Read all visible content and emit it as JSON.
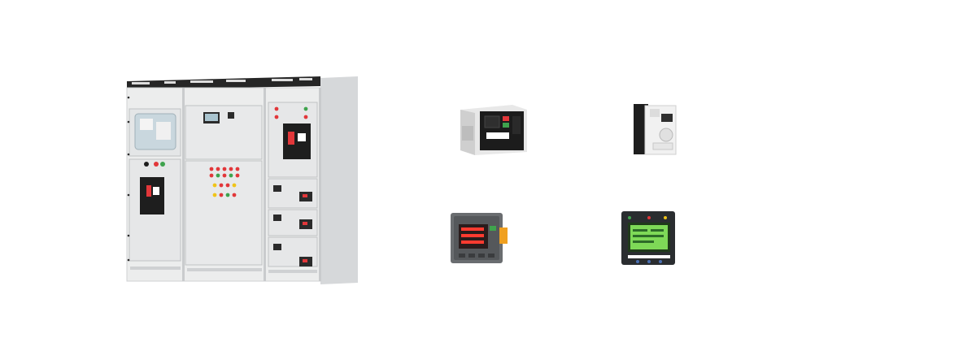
{
  "scene": {
    "background": "#ffffff",
    "products": [
      {
        "id": "switchgear-cabinet",
        "icon": "switchgear-cabinet-icon"
      },
      {
        "id": "air-circuit-breaker",
        "icon": "air-circuit-breaker-icon"
      },
      {
        "id": "molded-case-breaker",
        "icon": "molded-case-breaker-icon"
      },
      {
        "id": "digital-power-meter",
        "icon": "digital-power-meter-icon"
      },
      {
        "id": "motor-protection-relay",
        "icon": "protection-relay-icon"
      }
    ]
  },
  "colors": {
    "cabinet_body": "#e9eaeb",
    "cabinet_trim": "#2b2b2b",
    "breaker_black": "#1e1e1e",
    "indicator_red": "#e2373a",
    "indicator_yellow": "#f0c419",
    "indicator_green": "#3fa34d",
    "meter_red_digits": "#ff3b30",
    "relay_screen": "#7ed957",
    "bracket_orange": "#f0a020"
  }
}
